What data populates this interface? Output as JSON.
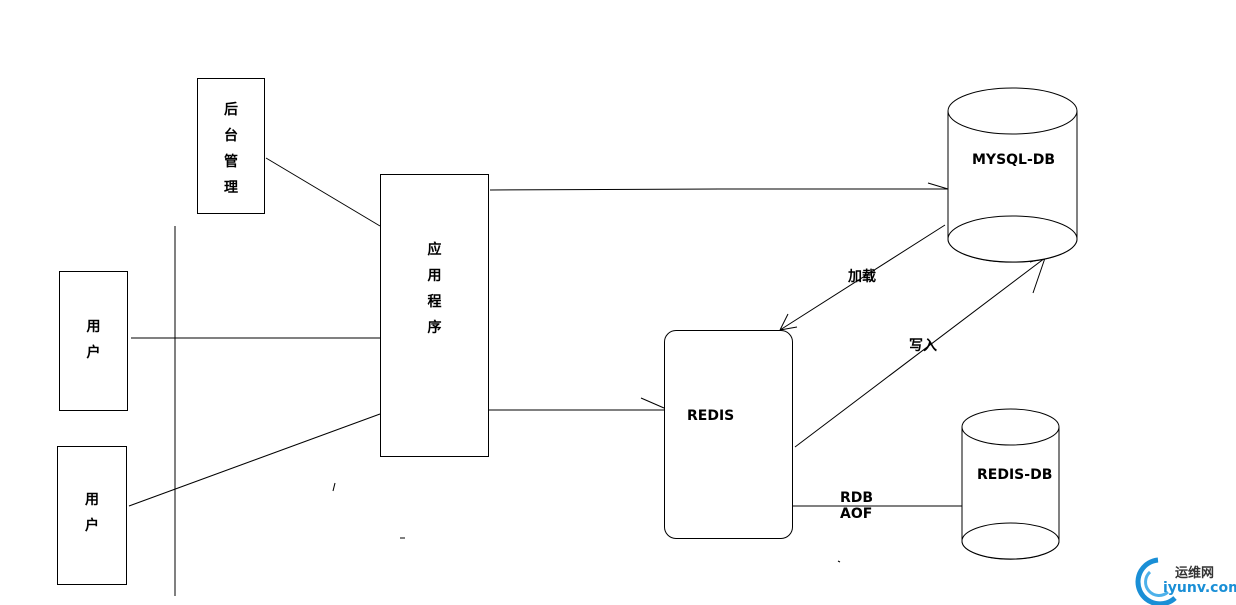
{
  "nodes": {
    "backend_admin": "后\n台\n管\n理",
    "user1": "用\n户",
    "user2": "用\n户",
    "application": "应\n用\n程\n序",
    "redis": "REDIS",
    "mysql_db": "MYSQL-DB",
    "redis_db": "REDIS-DB"
  },
  "edges": {
    "load": "加载",
    "write": "写入",
    "rdb": "RDB",
    "aof": "AOF"
  },
  "watermark": {
    "cn": "运维网",
    "url": "iyunv.com",
    "color": "#1a8fd6"
  }
}
